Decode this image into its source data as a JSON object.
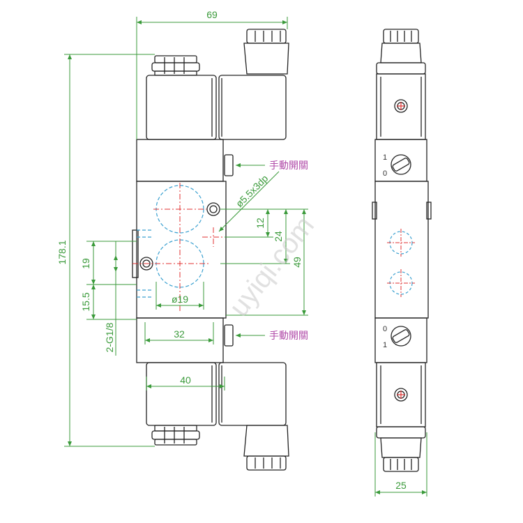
{
  "dimensions": {
    "overall_width": "69",
    "overall_height": "178.1",
    "port_spacing_19": "19",
    "port_spacing_15_5": "15.5",
    "thread": "2-G1/8",
    "hole_spacing_12": "12",
    "hole_spacing_24": "24",
    "hole_spacing_49": "49",
    "port_diameter": "ø19",
    "mount_hole": "ø5.5x3dp",
    "port_pitch_32": "32",
    "coil_width_40": "40",
    "side_width_25": "25"
  },
  "labels": {
    "manual_override_top": "手動開關",
    "manual_override_bottom": "手動開關"
  },
  "switch_marks": {
    "top_on": "1",
    "top_off": "0",
    "bottom_off": "0",
    "bottom_on": "1"
  },
  "watermark": "uyiqi.com",
  "colors": {
    "outline": "#222222",
    "dimension": "#3a9a3a",
    "label": "#b04aa8",
    "centerline": "#e03030",
    "port_circle": "#3aa0d0"
  }
}
